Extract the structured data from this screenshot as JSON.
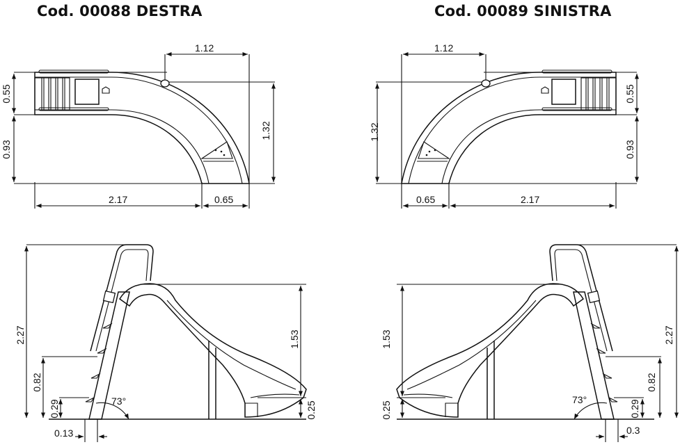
{
  "titles": {
    "left": "Cod. 00088 DESTRA",
    "right": "Cod. 00089 SINISTRA"
  },
  "top_left": {
    "d1": "1.12",
    "d2": "0.55",
    "d3": "0.93",
    "d4": "1.32",
    "d5": "2.17",
    "d6": "0.65"
  },
  "top_right": {
    "d1": "1.12",
    "d2": "1.32",
    "d3": "0.55",
    "d4": "0.93",
    "d5": "0.65",
    "d6": "2.17"
  },
  "side_left": {
    "h1": "2.27",
    "h2": "1.53",
    "h3": "0.82",
    "h4": "0.29",
    "h5": "0.25",
    "w1": "0.13",
    "angle": "73°"
  },
  "side_right": {
    "h1": "2.27",
    "h2": "1.53",
    "h3": "0.82",
    "h4": "0.29",
    "h5": "0.25",
    "w1": "0.3",
    "angle": "73°"
  }
}
